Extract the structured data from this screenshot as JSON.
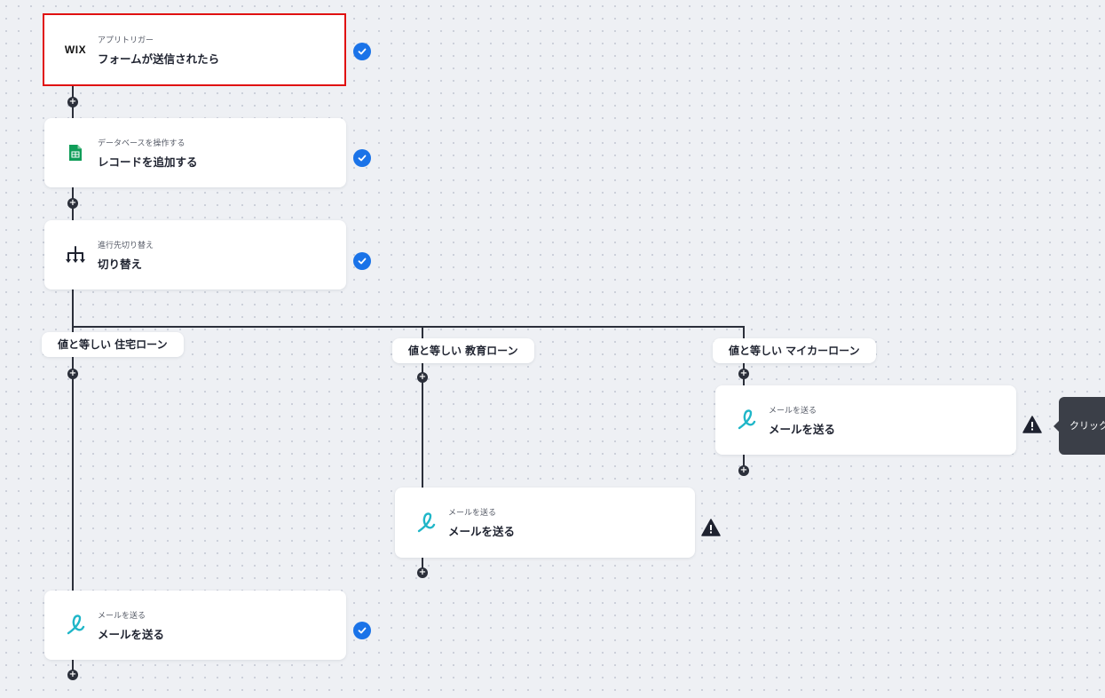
{
  "flow": {
    "trigger": {
      "sub": "アプリトリガー",
      "title": "フォームが送信されたら",
      "logo_text": "WIX",
      "status": "check-icon"
    },
    "step_database": {
      "sub": "データベースを操作する",
      "title": "レコードを追加する",
      "icon": "spreadsheet-icon",
      "status": "check-icon"
    },
    "step_switch": {
      "sub": "進行先切り替え",
      "title": "切り替え",
      "icon": "branch-icon",
      "status": "check-icon"
    },
    "branches": [
      {
        "label": "値と等しい 住宅ローン",
        "mail": {
          "sub": "メールを送る",
          "title": "メールを送る",
          "status": "check-icon"
        }
      },
      {
        "label": "値と等しい 教育ローン",
        "mail": {
          "sub": "メールを送る",
          "title": "メールを送る",
          "status": "warning-icon"
        }
      },
      {
        "label": "値と等しい マイカーローン",
        "mail": {
          "sub": "メールを送る",
          "title": "メールを送る",
          "status": "warning-icon"
        }
      }
    ]
  },
  "tooltip": {
    "text": "クリック"
  },
  "colors": {
    "check": "#1a73e8",
    "selected_border": "#e01010",
    "mail_icon": "#1fb6c8",
    "sheet_icon": "#0f9d58",
    "tooltip_bg": "#3b3f48"
  }
}
